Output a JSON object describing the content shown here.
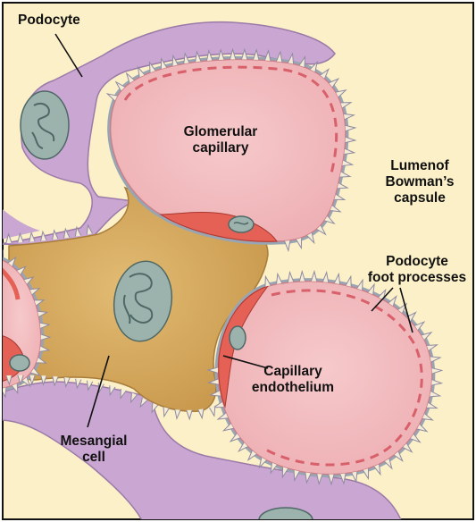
{
  "labels": {
    "podocyte": "Podocyte",
    "glomerular_capillary": [
      "Glomerular",
      "capillary"
    ],
    "lumen_bowman": [
      "Lumenof",
      "Bowman’s",
      "capsule"
    ],
    "foot_processes": [
      "Podocyte",
      "foot processes"
    ],
    "mesangial_cell": [
      "Mesangial",
      "cell"
    ],
    "capillary_endothelium": [
      "Capillary",
      "endothelium"
    ]
  },
  "colors": {
    "background": "#fbf0c8",
    "border": "#111111",
    "podocyte": "#c9a7d2",
    "podocyte_edge": "#9b7aa8",
    "capillary": "#f2bcc0",
    "capillary_edge": "#c98088",
    "basement_membrane": "#98a6b4",
    "endothelium": "#e56055",
    "mesangial": "#d6a95f",
    "nucleus": "#9cb3ad",
    "nucleus_dark": "#4f6866"
  }
}
